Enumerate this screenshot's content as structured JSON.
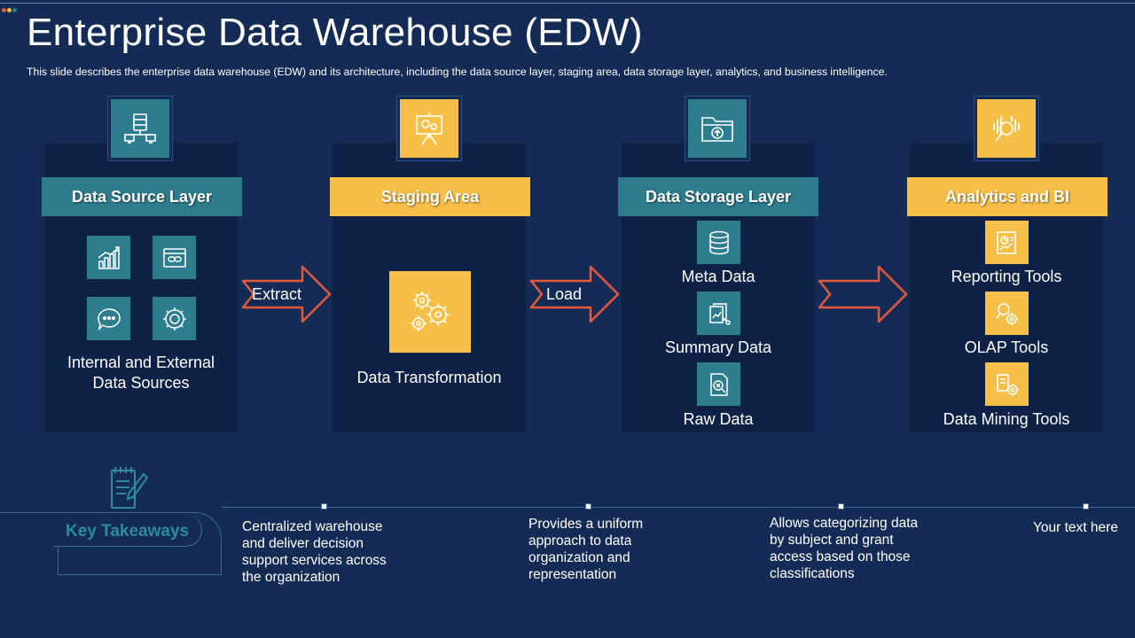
{
  "page": {
    "title": "Enterprise Data Warehouse (EDW)",
    "subtitle": "This slide describes the enterprise data warehouse (EDW) and its architecture, including the data source layer, staging area, data storage layer, analytics, and business intelligence."
  },
  "colors": {
    "background": "#142c55",
    "panel": "#0e2247",
    "teal": "#2e7d8e",
    "yellow": "#f6bf48",
    "arrow": "#e2593b"
  },
  "stages": [
    {
      "title": "Data Source Layer",
      "icon": "data-center-icon",
      "items": [
        "Internal and External",
        "Data Sources"
      ],
      "item_icons": [
        "chart-growth-icon",
        "browser-link-icon",
        "chat-bubble-icon",
        "settings-chip-icon"
      ]
    },
    {
      "title": "Staging Area",
      "icon": "presentation-gears-icon",
      "items": [
        "Data Transformation"
      ],
      "item_icons": [
        "gears-icon"
      ]
    },
    {
      "title": "Data Storage Layer",
      "icon": "folder-upload-icon",
      "items": [
        "Meta Data",
        "Summary Data",
        "Raw Data"
      ],
      "item_icons": [
        "database-icon",
        "documents-chart-icon",
        "document-search-icon"
      ]
    },
    {
      "title": "Analytics and BI",
      "icon": "analytics-search-icon",
      "items": [
        "Reporting Tools",
        "OLAP Tools",
        "Data Mining Tools"
      ],
      "item_icons": [
        "report-chart-icon",
        "search-gear-icon",
        "mining-tools-icon"
      ]
    }
  ],
  "arrows": [
    "Extract",
    "Load",
    ""
  ],
  "key_takeaways": {
    "label": "Key Takeaways",
    "icon": "notepad-pen-icon",
    "items": [
      "Centralized warehouse and deliver decision support services across the organization",
      "Provides a uniform approach to data organization and representation",
      "Allows categorizing data by subject and grant access based on those classifications",
      "Your text here"
    ]
  }
}
